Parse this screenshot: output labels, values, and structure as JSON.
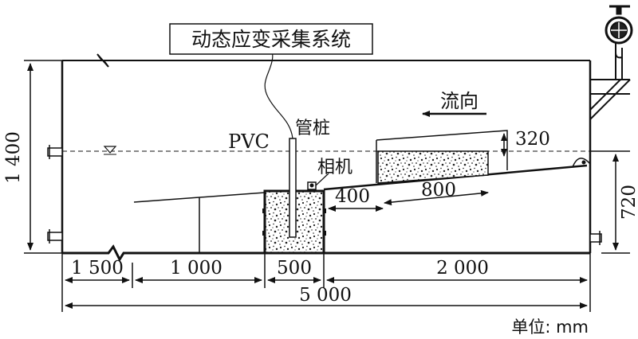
{
  "title_box": "动态应变采集系统",
  "labels": {
    "flow": "流向",
    "pipe_pile": "管桩",
    "pvc": "PVC",
    "camera": "相机",
    "unit": "单位: mm"
  },
  "dimensions": {
    "tank_height": "1 400",
    "water_depth": "720",
    "block_height": "320",
    "gap": "400",
    "block_length": "800",
    "seg_1": "1 500",
    "seg_2": "1 000",
    "seg_3": "500",
    "seg_4": "2 000",
    "total": "5 000"
  }
}
